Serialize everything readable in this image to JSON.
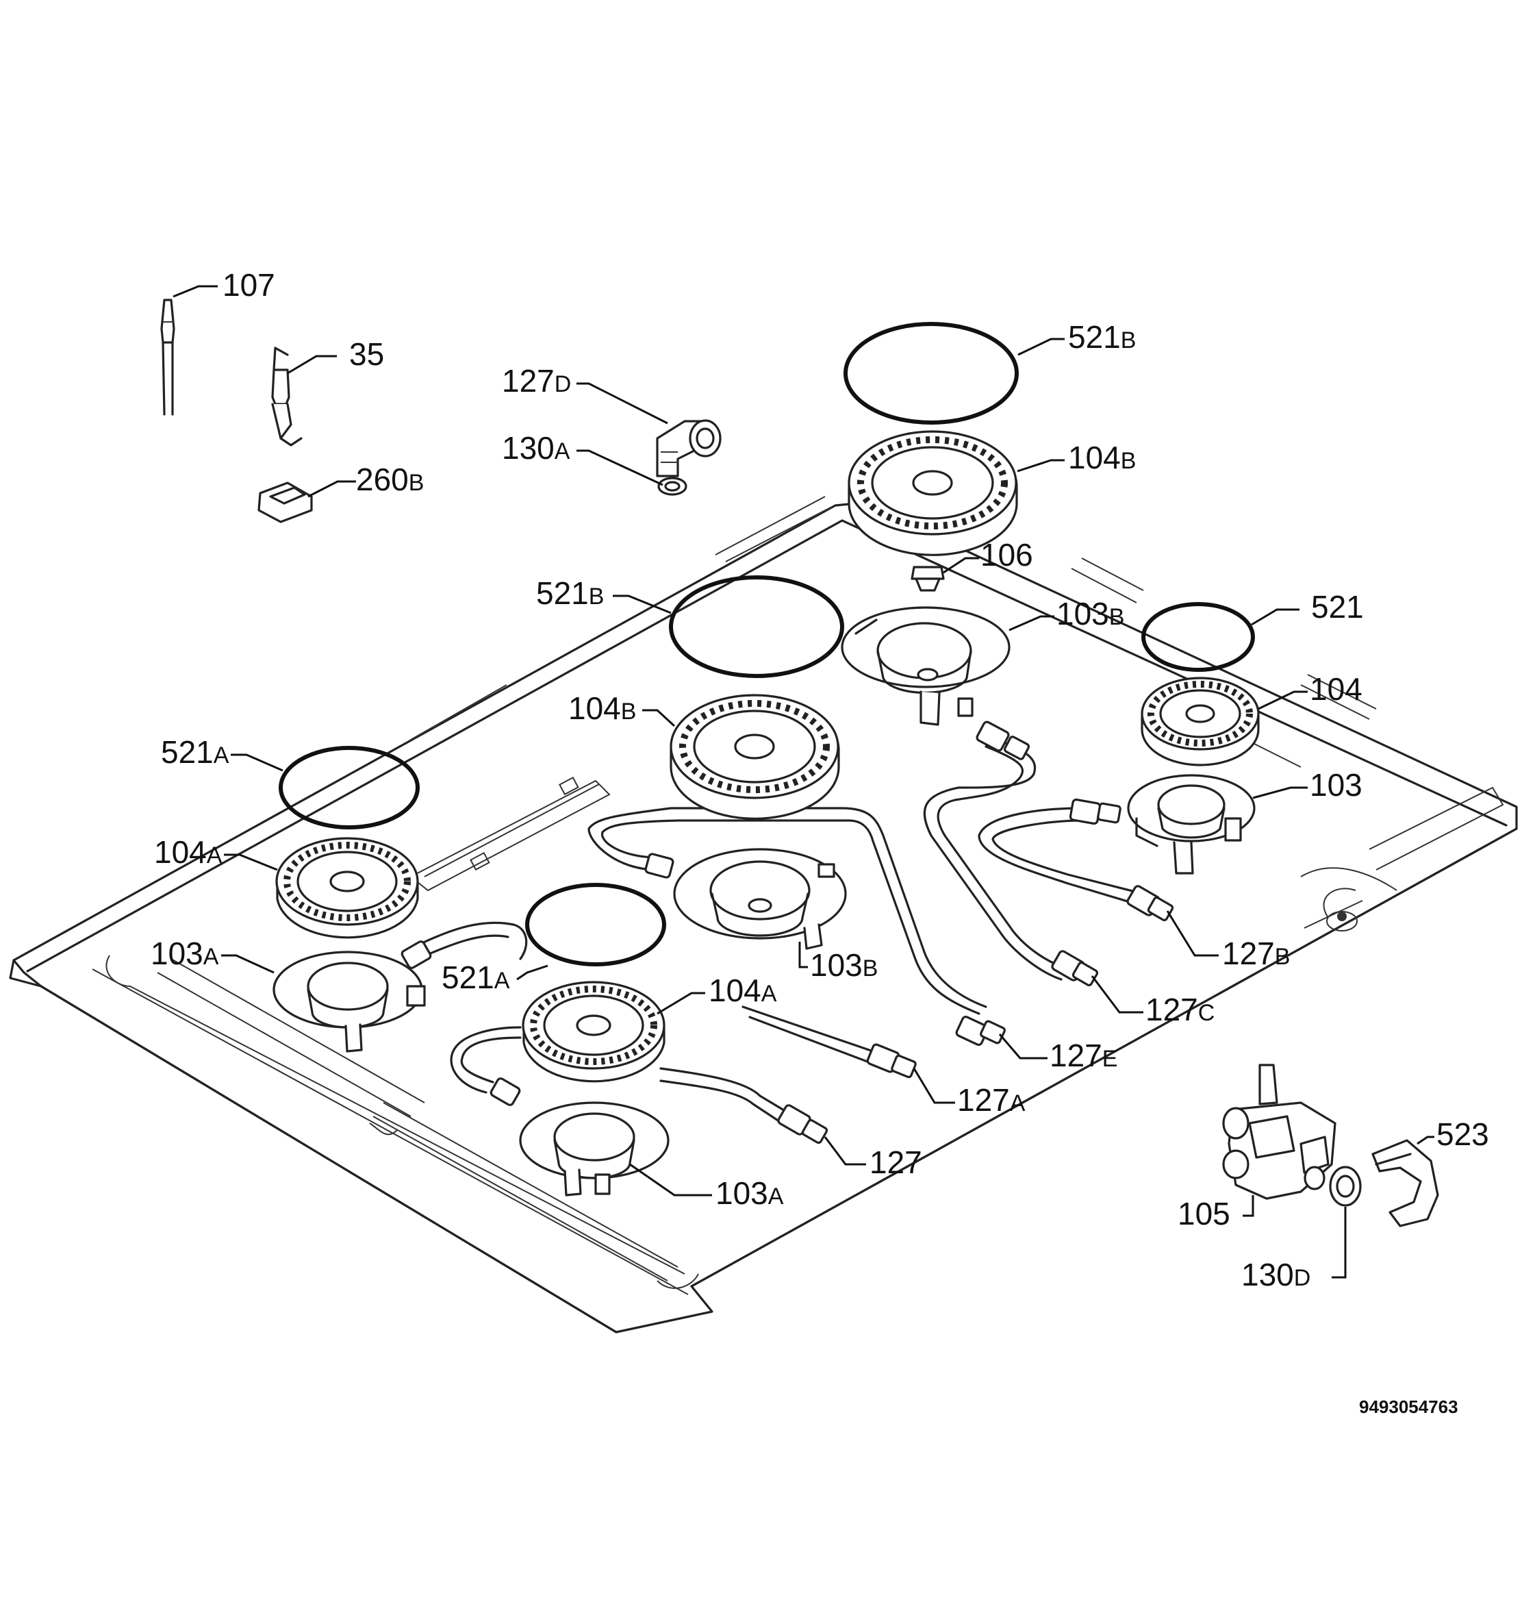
{
  "labels": [
    {
      "id": "lbl-107",
      "main": "107",
      "sub": ""
    },
    {
      "id": "lbl-35",
      "main": "35",
      "sub": ""
    },
    {
      "id": "lbl-260b",
      "main": "260",
      "sub": "B"
    },
    {
      "id": "lbl-127d",
      "main": "127",
      "sub": "D"
    },
    {
      "id": "lbl-130a",
      "main": "130",
      "sub": "A"
    },
    {
      "id": "lbl-521b-1",
      "main": "521",
      "sub": "B"
    },
    {
      "id": "lbl-104b-1",
      "main": "104",
      "sub": "B"
    },
    {
      "id": "lbl-106",
      "main": "106",
      "sub": ""
    },
    {
      "id": "lbl-521b-2",
      "main": "521",
      "sub": "B"
    },
    {
      "id": "lbl-103b-1",
      "main": "103",
      "sub": "B"
    },
    {
      "id": "lbl-521",
      "main": "521",
      "sub": ""
    },
    {
      "id": "lbl-104b-2",
      "main": "104",
      "sub": "B"
    },
    {
      "id": "lbl-104",
      "main": "104",
      "sub": ""
    },
    {
      "id": "lbl-521a-1",
      "main": "521",
      "sub": "A"
    },
    {
      "id": "lbl-103",
      "main": "103",
      "sub": ""
    },
    {
      "id": "lbl-104a-1",
      "main": "104",
      "sub": "A"
    },
    {
      "id": "lbl-103a-1",
      "main": "103",
      "sub": "A"
    },
    {
      "id": "lbl-103b-2",
      "main": "103",
      "sub": "B"
    },
    {
      "id": "lbl-127b",
      "main": "127",
      "sub": "B"
    },
    {
      "id": "lbl-521a-2",
      "main": "521",
      "sub": "A"
    },
    {
      "id": "lbl-104a-2",
      "main": "104",
      "sub": "A"
    },
    {
      "id": "lbl-127c",
      "main": "127",
      "sub": "C"
    },
    {
      "id": "lbl-127e",
      "main": "127",
      "sub": "E"
    },
    {
      "id": "lbl-127a",
      "main": "127",
      "sub": "A"
    },
    {
      "id": "lbl-127",
      "main": "127",
      "sub": ""
    },
    {
      "id": "lbl-103a-2",
      "main": "103",
      "sub": "A"
    },
    {
      "id": "lbl-523",
      "main": "523",
      "sub": ""
    },
    {
      "id": "lbl-105",
      "main": "105",
      "sub": ""
    },
    {
      "id": "lbl-130d",
      "main": "130",
      "sub": "D"
    }
  ],
  "document_id": "9493054763"
}
